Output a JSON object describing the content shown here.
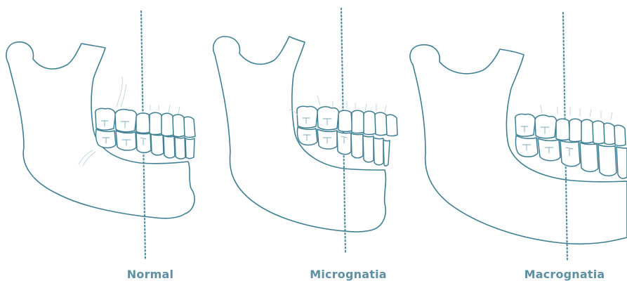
{
  "labels": {
    "normal": "Normal",
    "micro": "Micrognatia",
    "macro": "Macrognatia"
  },
  "colors": {
    "outline": "#3f7f93",
    "caption": "#5e8fa3",
    "reference_line": "#4f8ea2"
  }
}
